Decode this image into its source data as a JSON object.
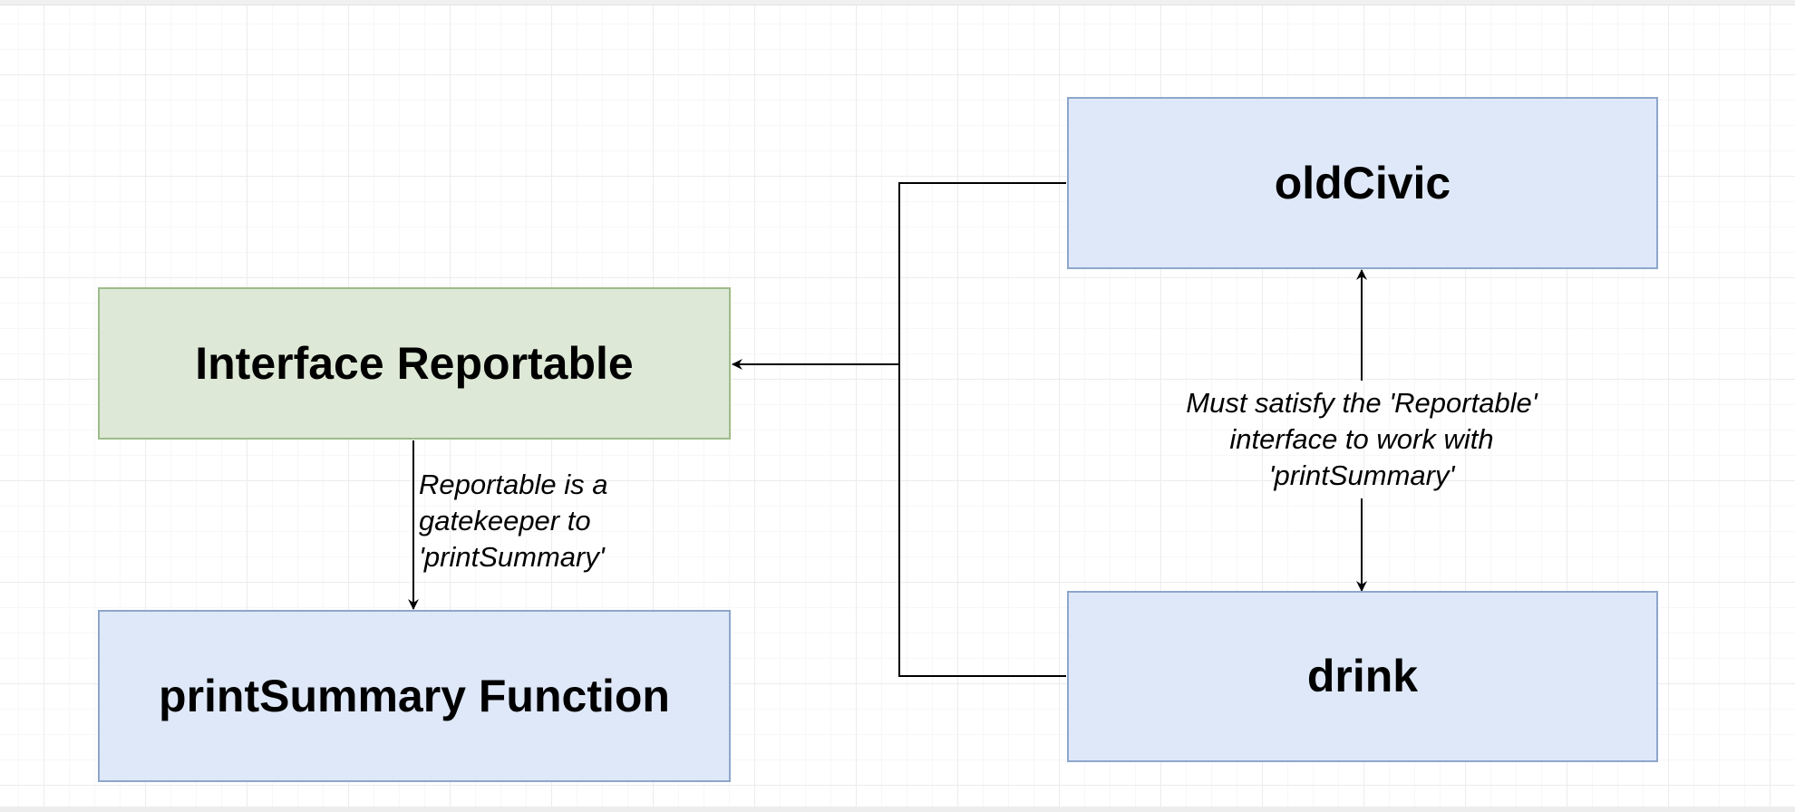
{
  "nodes": {
    "interface": {
      "label": "Interface Reportable"
    },
    "print_summary": {
      "label": "printSummary Function"
    },
    "old_civic": {
      "label": "oldCivic"
    },
    "drink": {
      "label": "drink"
    }
  },
  "edge_labels": {
    "gatekeeper": [
      "Reportable is a",
      "gatekeeper to",
      "'printSummary'"
    ],
    "must_satisfy": [
      "Must satisfy the 'Reportable'",
      "interface to work with",
      "'printSummary'"
    ]
  },
  "colors": {
    "blue_fill": "#dfe8f8",
    "blue_border": "#8ea6cc",
    "green_fill": "#dde8d6",
    "green_border": "#9dbb8a",
    "connector": "#000000"
  }
}
